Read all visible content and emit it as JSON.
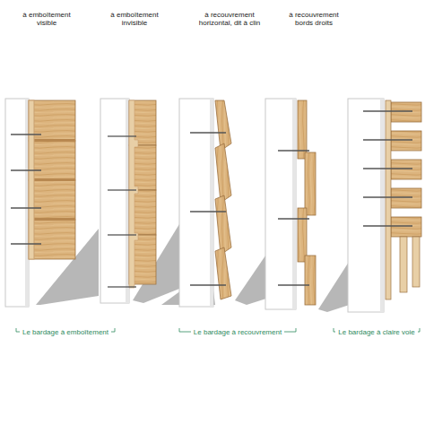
{
  "diagram": {
    "labels": [
      "à emboîtement visible",
      "à emboîtement invisible",
      "à recouvrement horizontal, dit à clin",
      "à recouvrement bords droits",
      "Le bardage à emboîtement",
      "Le bardage à recouvrement",
      "Le bardage à claire voie"
    ]
  }
}
